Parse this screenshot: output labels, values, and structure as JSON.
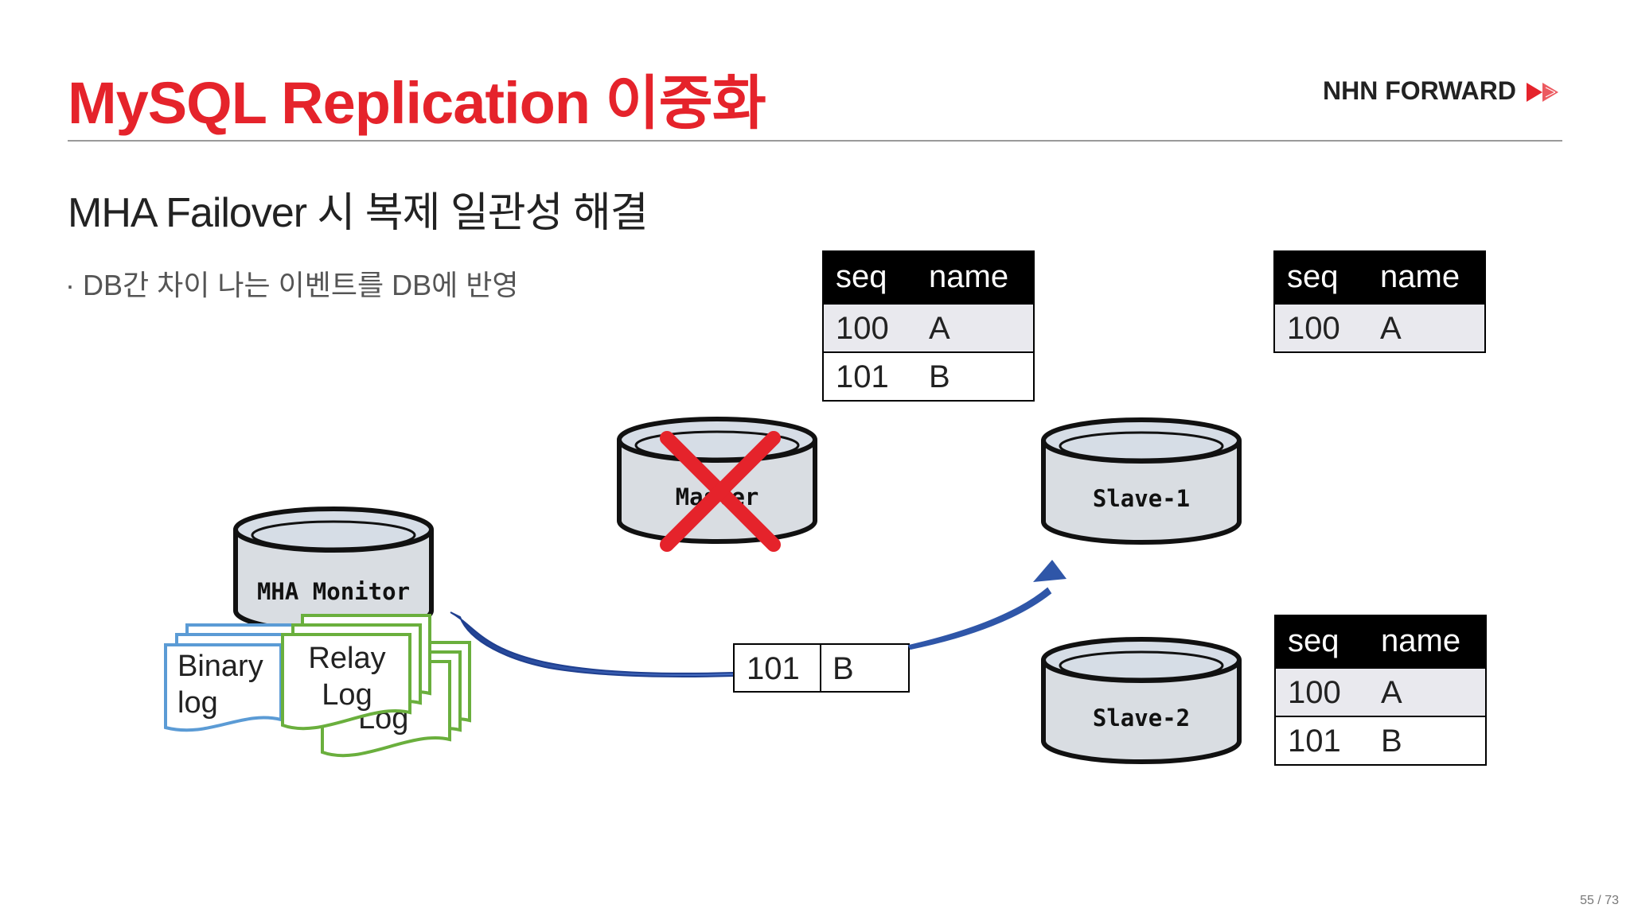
{
  "header": {
    "title": "MySQL Replication 이중화",
    "brand": "NHN FORWARD",
    "accent_color": "#e5232b"
  },
  "subtitle": "MHA Failover 시 복제 일관성 해결",
  "bullet": {
    "marker": "·",
    "text": "DB간 차이 나는 이벤트를 DB에 반영"
  },
  "tables": {
    "master": {
      "headers": [
        "seq",
        "name"
      ],
      "rows": [
        [
          "100",
          "A"
        ],
        [
          "101",
          "B"
        ]
      ]
    },
    "slave1": {
      "headers": [
        "seq",
        "name"
      ],
      "rows": [
        [
          "100",
          "A"
        ]
      ]
    },
    "slave2": {
      "headers": [
        "seq",
        "name"
      ],
      "rows": [
        [
          "100",
          "A"
        ],
        [
          "101",
          "B"
        ]
      ]
    }
  },
  "databases": {
    "master": "Master",
    "slave1": "Slave-1",
    "slave2": "Slave-2",
    "monitor": "MHA Monitor"
  },
  "logs": {
    "binary_line1": "Binary",
    "binary_line2": "log",
    "relay_line1": "Relay",
    "relay_line2": "Log",
    "relay_back": "Log"
  },
  "event": {
    "seq": "101",
    "name": "B"
  },
  "colors": {
    "failed_mark": "#e5232b",
    "arrow": "#2f56a8",
    "binary_log": "#5b9bd5",
    "relay_log": "#6aaf3d"
  },
  "page": {
    "number": "55 / 73"
  }
}
